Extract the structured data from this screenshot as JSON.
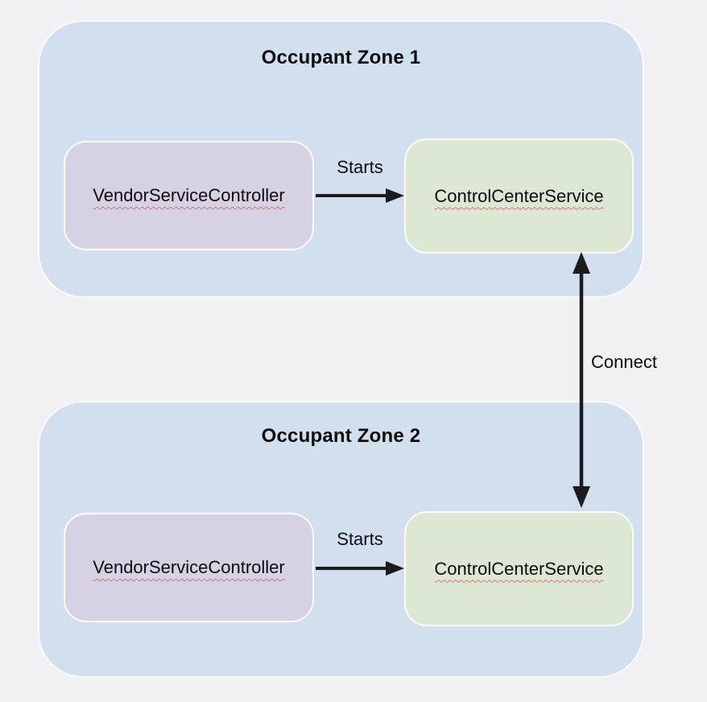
{
  "page": {
    "background_color": "#f1f1f4",
    "text_color": "#0c0c0e"
  },
  "diagram": {
    "zones": [
      {
        "title": "Occupant Zone 1",
        "fill_color": "#d2dfee",
        "vendor_node": {
          "label": "VendorServiceController",
          "fill_color": "#d7d1e4"
        },
        "control_node": {
          "label": "ControlCenterService",
          "fill_color": "#dde8d4"
        },
        "starts_edge": {
          "label": "Starts"
        }
      },
      {
        "title": "Occupant Zone 2",
        "fill_color": "#d2dfee",
        "vendor_node": {
          "label": "VendorServiceController",
          "fill_color": "#d7d1e4"
        },
        "control_node": {
          "label": "ControlCenterService",
          "fill_color": "#dde8d4"
        },
        "starts_edge": {
          "label": "Starts"
        }
      }
    ],
    "connect_edge": {
      "label": "Connect"
    },
    "edge_color": "#1c1c1e",
    "spellcheck_underline_color": "#d9756b"
  }
}
